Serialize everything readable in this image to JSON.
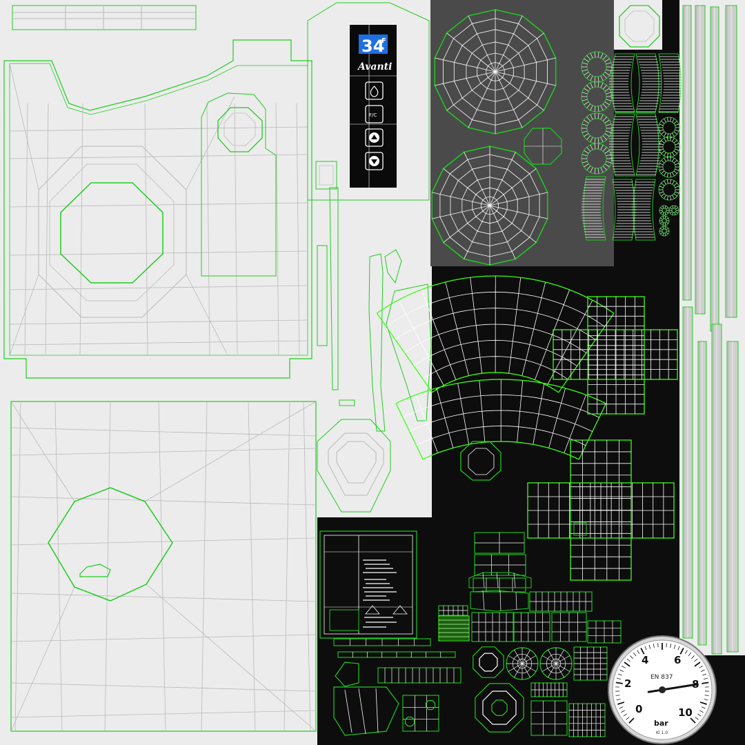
{
  "texture": {
    "colors": {
      "seam": "#1fcc1f",
      "seam_bright": "#39ff14",
      "wire_light": "#b9b9b9",
      "wire_dark": "#ffffff",
      "bg_light": "#ececec",
      "bg_dark": "#0d0d0d",
      "bg_gray": "#4a4a4a",
      "display_blue": "#1e6fe0"
    }
  },
  "control_panel": {
    "temperature": "34",
    "unit": "F",
    "brand": "Avanti",
    "buttons": [
      {
        "name": "power-icon",
        "label": ""
      },
      {
        "name": "unit-toggle-button",
        "label": "F/C"
      },
      {
        "name": "up-arrow-icon",
        "label": ""
      },
      {
        "name": "down-arrow-icon",
        "label": ""
      }
    ]
  },
  "pressure_gauge": {
    "ticks": [
      "0",
      "2",
      "4",
      "6",
      "8",
      "10"
    ],
    "standard": "EN 837",
    "unit": "bar",
    "class_label": "Kl 1.0",
    "needle_value": 8
  }
}
